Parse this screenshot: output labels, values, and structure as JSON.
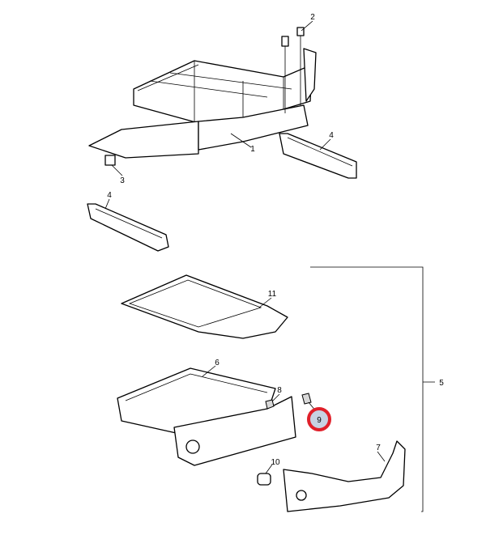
{
  "diagram": {
    "callouts": [
      {
        "id": "part-1",
        "label": "1"
      },
      {
        "id": "part-2",
        "label": "2"
      },
      {
        "id": "part-3",
        "label": "3"
      },
      {
        "id": "part-4-right",
        "label": "4"
      },
      {
        "id": "part-4-left",
        "label": "4"
      },
      {
        "id": "part-5",
        "label": "5"
      },
      {
        "id": "part-6",
        "label": "6"
      },
      {
        "id": "part-7",
        "label": "7"
      },
      {
        "id": "part-8",
        "label": "8"
      },
      {
        "id": "part-9",
        "label": "9"
      },
      {
        "id": "part-10",
        "label": "10"
      },
      {
        "id": "part-11",
        "label": "11"
      }
    ],
    "highlighted_callout": "9",
    "colors": {
      "highlight_ring": "#e0202a",
      "highlight_fill": "#c7d3e3"
    }
  }
}
